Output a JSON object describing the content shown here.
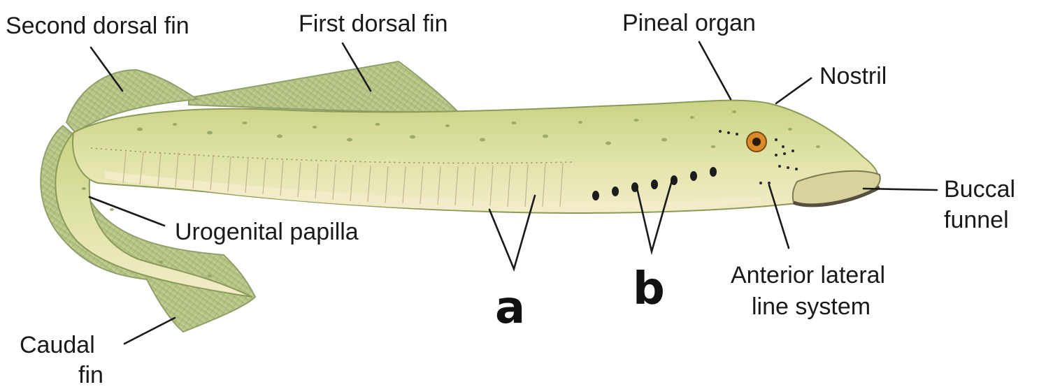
{
  "labels": {
    "second_dorsal_fin": "Second dorsal fin",
    "first_dorsal_fin": "First dorsal fin",
    "pineal_organ": "Pineal organ",
    "nostril": "Nostril",
    "buccal_funnel_line1": "Buccal",
    "buccal_funnel_line2": "funnel",
    "urogenital_papilla": "Urogenital papilla",
    "anterior_lateral_line1": "Anterior lateral",
    "anterior_lateral_line2": "line system",
    "caudal_fin_line1": "Caudal",
    "caudal_fin_line2": "fin",
    "marker_a": "a",
    "marker_b": "b"
  },
  "colors": {
    "body": "#d6dc96",
    "belly": "#f2ecc8",
    "fin": "#b9c788",
    "fin_edge": "#8fa06a",
    "spots": "#8a9a58",
    "gill_openings": "#1c1c1c",
    "eye": "#d98a2a"
  }
}
